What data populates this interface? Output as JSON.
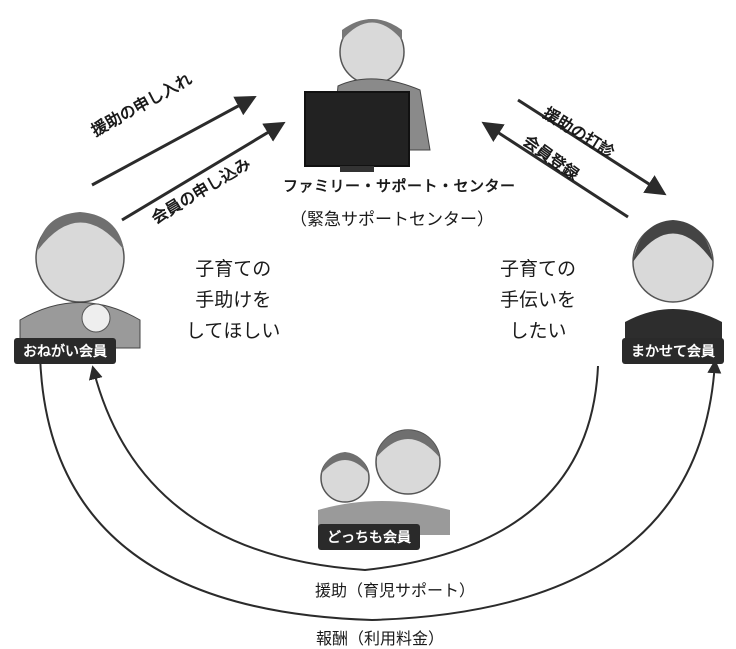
{
  "center": {
    "title": "ファミリー・サポート・センター",
    "subtitle": "（緊急サポートセンター）"
  },
  "left_member": {
    "badge": "おねがい会員",
    "need_lines": [
      "子育ての",
      "手助けを",
      "してほしい"
    ]
  },
  "right_member": {
    "badge": "まかせて会員",
    "need_lines": [
      "子育ての",
      "手伝いを",
      "したい"
    ]
  },
  "both_member": {
    "badge": "どっちも会員"
  },
  "arrow_labels": {
    "left_upper": "援助の申し入れ",
    "left_lower": "会員の申し込み",
    "right_upper": "援助の打診",
    "right_lower": "会員登録"
  },
  "bottom_labels": {
    "support": "援助（育児サポート）",
    "fee": "報酬（利用料金）"
  },
  "colors": {
    "arrow": "#2b2b2b",
    "badge_bg": "#2a2a2a",
    "figure": "#9a9a9a"
  },
  "icons": [
    "center-staff-computer-icon",
    "left-parent-baby-icon",
    "right-helper-icon",
    "both-members-icon"
  ]
}
